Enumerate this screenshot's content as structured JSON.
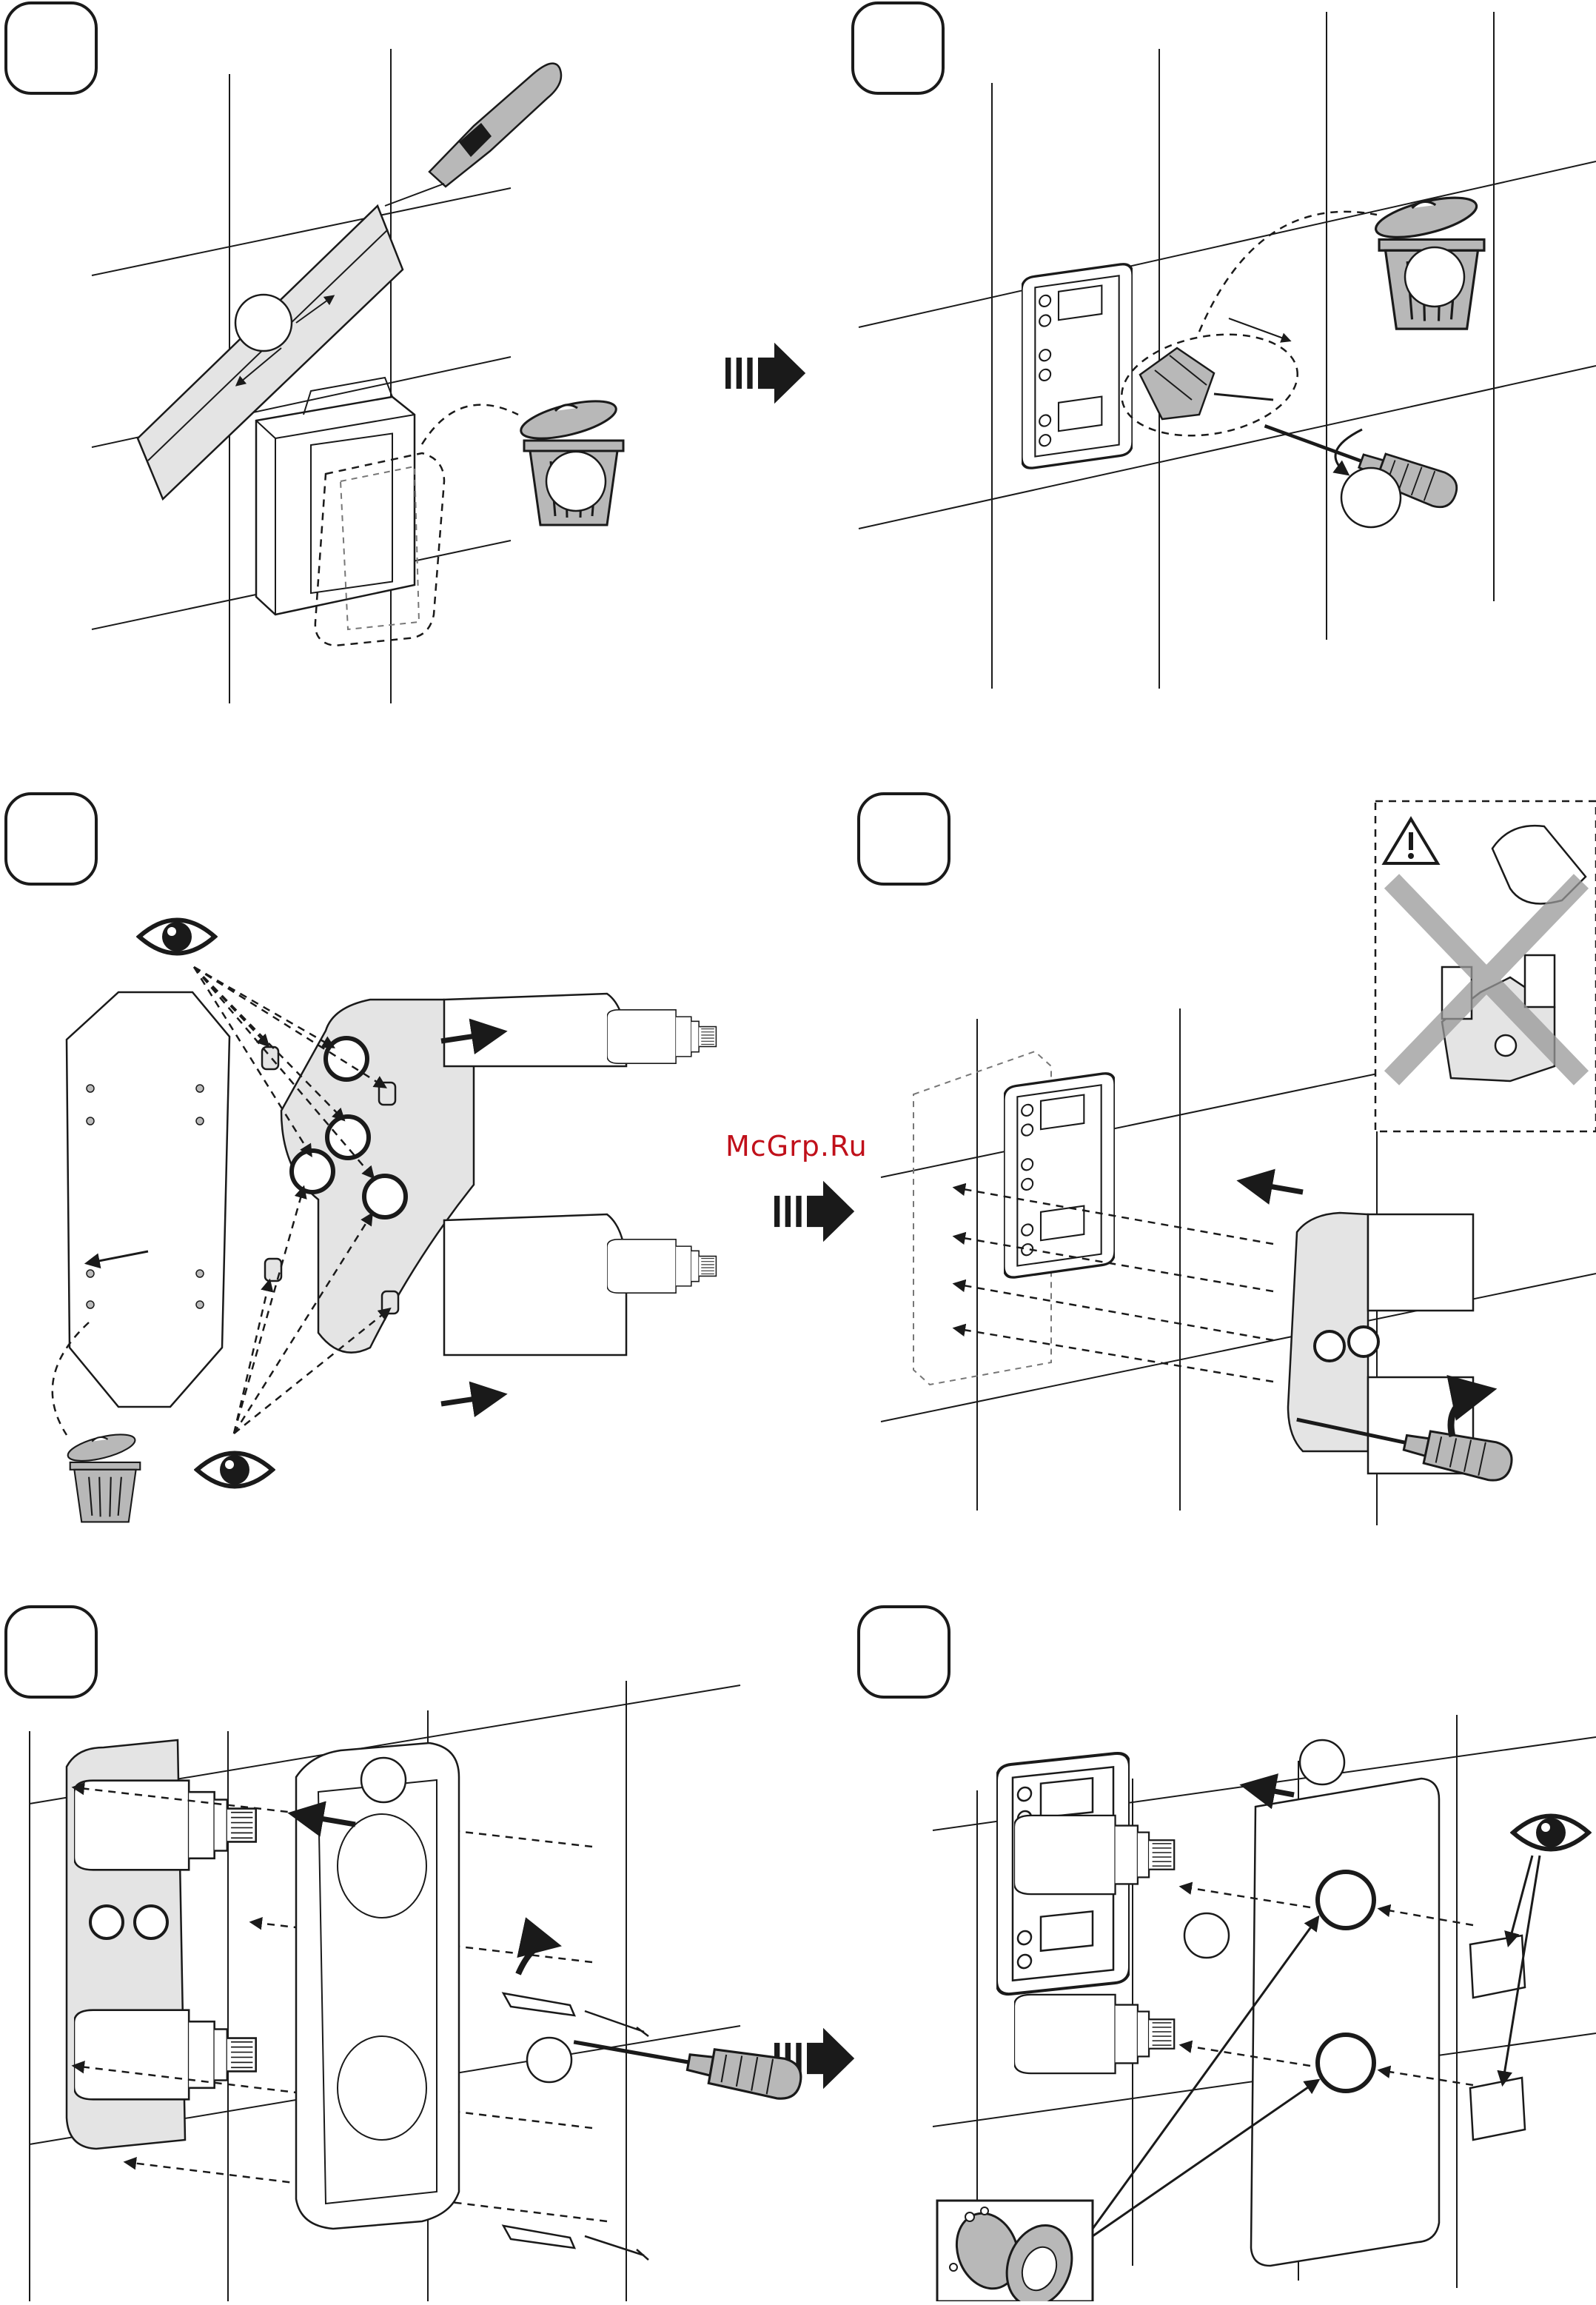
{
  "watermark": {
    "text": "McGrp.Ru",
    "color": "#c0101a"
  },
  "steps": [
    {
      "name": "step-1",
      "number": ""
    },
    {
      "name": "step-2",
      "number": ""
    },
    {
      "name": "step-3",
      "number": ""
    },
    {
      "name": "step-4",
      "number": ""
    },
    {
      "name": "step-5",
      "number": ""
    },
    {
      "name": "step-6",
      "number": ""
    }
  ],
  "icons": {
    "next-step": "triple-arrow-right-icon",
    "inspect": "eye-icon",
    "discard": "trash-bin-icon",
    "warning": "warning-triangle-icon",
    "tool": "screwdriver-icon"
  },
  "colors": {
    "line": "#1a1a1a",
    "grey_fill": "#b8b8b8",
    "light_fill": "#e4e4e4"
  }
}
